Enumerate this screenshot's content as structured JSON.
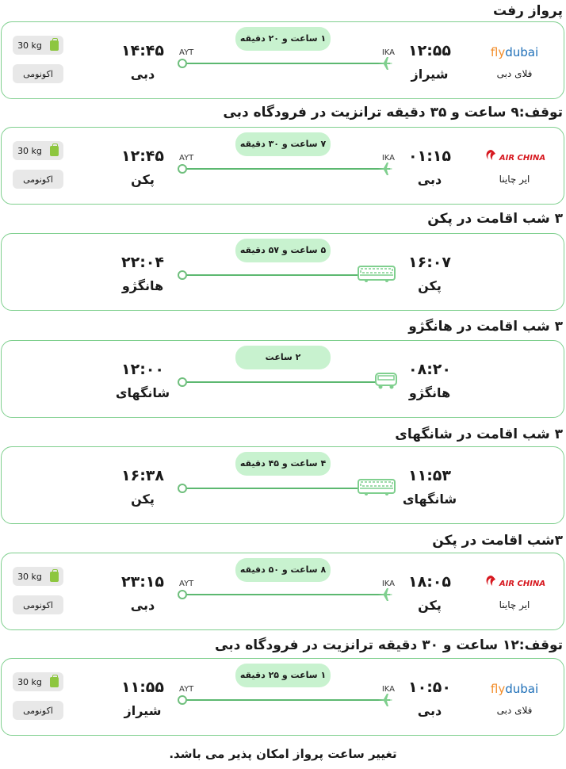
{
  "headings": [
    "پرواز رفت",
    "توقف:۹ ساعت و ۳۵ دقیقه ترانزیت در فرودگاه دبی",
    "۳ شب اقامت در پکن",
    "۳ شب اقامت در هانگژو",
    "۳ شب اقامت در شانگهای",
    "۳شب اقامت در پکن",
    "توقف:۱۲ ساعت و ۳۰ دقیقه ترانزیت در فرودگاه دبی"
  ],
  "segments": [
    {
      "type": "flight",
      "airline": "فلای دبی",
      "logo": "flydubai-logo",
      "dep_time": "۱۲:۵۵",
      "dep_city": "شیراز",
      "arr_time": "۱۴:۴۵",
      "arr_city": "دبی",
      "duration": "۱ ساعت و ۲۰ دقیقه",
      "from_code": "IKA",
      "to_code": "AYT",
      "baggage": "30 kg",
      "cabin": "اکونومی"
    },
    {
      "type": "flight",
      "airline": "ایر چاینا",
      "logo": "airchina-logo",
      "dep_time": "۰۱:۱۵",
      "dep_city": "دبی",
      "arr_time": "۱۲:۴۵",
      "arr_city": "پکن",
      "duration": "۷ ساعت و ۳۰ دقیقه",
      "from_code": "IKA",
      "to_code": "AYT",
      "baggage": "30 kg",
      "cabin": "اکونومی"
    },
    {
      "type": "train",
      "dep_time": "۱۶:۰۷",
      "dep_city": "پکن",
      "arr_time": "۲۲:۰۴",
      "arr_city": "هانگژو",
      "duration": "۵ ساعت و ۵۷ دقیقه"
    },
    {
      "type": "bus",
      "dep_time": "۰۸:۲۰",
      "dep_city": "هانگژو",
      "arr_time": "۱۲:۰۰",
      "arr_city": "شانگهای",
      "duration": "۲ ساعت"
    },
    {
      "type": "train",
      "dep_time": "۱۱:۵۳",
      "dep_city": "شانگهای",
      "arr_time": "۱۶:۳۸",
      "arr_city": "پکن",
      "duration": "۴ ساعت و ۴۵ دقیقه"
    },
    {
      "type": "flight",
      "airline": "ایر چاینا",
      "logo": "airchina-logo",
      "dep_time": "۱۸:۰۵",
      "dep_city": "پکن",
      "arr_time": "۲۳:۱۵",
      "arr_city": "دبی",
      "duration": "۸ ساعت و ۵۰ دقیقه",
      "from_code": "IKA",
      "to_code": "AYT",
      "baggage": "30 kg",
      "cabin": "اکونومی"
    },
    {
      "type": "flight",
      "airline": "فلای دبی",
      "logo": "flydubai-logo",
      "dep_time": "۱۰:۵۰",
      "dep_city": "دبی",
      "arr_time": "۱۱:۵۵",
      "arr_city": "شیراز",
      "duration": "۱ ساعت و ۲۵ دقیقه",
      "from_code": "IKA",
      "to_code": "AYT",
      "baggage": "30 kg",
      "cabin": "اکونومی"
    }
  ],
  "logos": {
    "flydubai": {
      "fly": "fly",
      "dubai": "dubai"
    },
    "airchina": "AIR CHINA"
  },
  "colors": {
    "accent": "#5cb870",
    "pill": "#c8f2cf",
    "border": "#7fcf8e",
    "flydubai_blue": "#1e6fb8",
    "flydubai_orange": "#f28c28",
    "airchina_red": "#d71920"
  },
  "footer": "تغییر ساعت پرواز امکان پذیر می باشد."
}
